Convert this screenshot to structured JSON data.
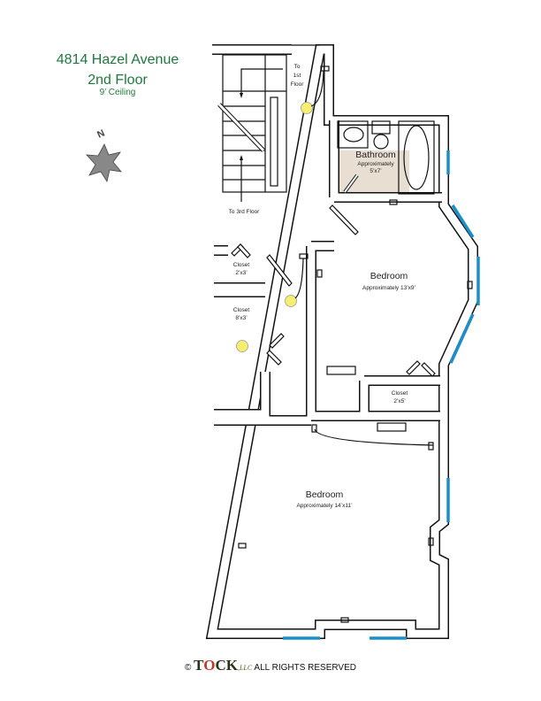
{
  "header": {
    "address": "4814 Hazel Avenue",
    "floor": "2nd Floor",
    "ceiling": "9’ Ceiling"
  },
  "compass": {
    "label": "N"
  },
  "stairs": {
    "down_line1": "To",
    "down_line2": "1st",
    "down_line3": "Floor",
    "up": "To 3rd Floor"
  },
  "rooms": {
    "bathroom": {
      "name": "Bathroom",
      "size1": "Approximately",
      "size2": "5’x7’"
    },
    "bedroom_upper": {
      "name": "Bedroom",
      "size": "Approximately 13’x9’"
    },
    "bedroom_lower": {
      "name": "Bedroom",
      "size": "Approximately 14’x11’"
    },
    "closet_a": {
      "name": "Closet",
      "size": "2’x3’"
    },
    "closet_b": {
      "name": "Closet",
      "size": "8’x3’"
    },
    "closet_c": {
      "name": "Closet",
      "size": "2’x5’"
    }
  },
  "footer": {
    "copyright": "©",
    "brand_t": "T",
    "brand_o": "O",
    "brand_ck": "CK",
    "brand_llc": ",LLC",
    "rights": "ALL RIGHTS RESERVED"
  },
  "colors": {
    "title": "#1e7a3c",
    "window": "#1a8fc9",
    "bath_floor": "#e8dfd2",
    "light": "#f5ee6e"
  }
}
